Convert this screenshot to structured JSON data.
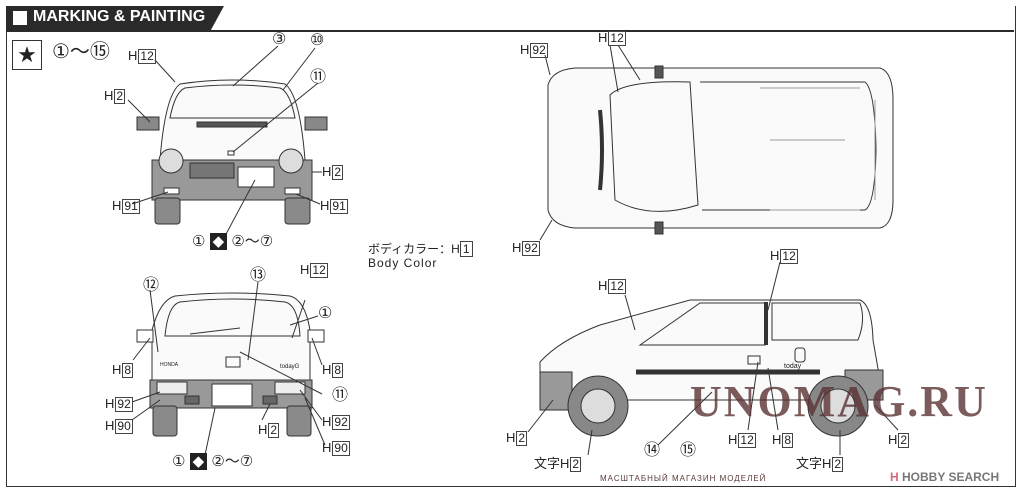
{
  "header": {
    "title": "MARKING & PAINTING"
  },
  "legend": {
    "icon": "star-icon",
    "star": "★",
    "range": "①～⑮"
  },
  "body_color": {
    "jp": "ボディカラー：H",
    "code": "1",
    "en": "Body Color"
  },
  "front": {
    "h12": {
      "p": "H",
      "n": "12"
    },
    "h2_mirror": {
      "p": "H",
      "n": "2"
    },
    "h2_side": {
      "p": "H",
      "n": "2"
    },
    "h91_l": {
      "p": "H",
      "n": "91"
    },
    "h91_r": {
      "p": "H",
      "n": "91"
    },
    "c3": "③",
    "c10": "⑩",
    "c11": "⑪",
    "decal_a": "①",
    "decal_b": "②～⑦"
  },
  "rear": {
    "c12": "⑫",
    "c13": "⑬",
    "c1": "①",
    "c11": "⑪",
    "h12": {
      "p": "H",
      "n": "12"
    },
    "h8_l": {
      "p": "H",
      "n": "8"
    },
    "h8_r": {
      "p": "H",
      "n": "8"
    },
    "h92_l": {
      "p": "H",
      "n": "92"
    },
    "h92_r": {
      "p": "H",
      "n": "92"
    },
    "h90_l": {
      "p": "H",
      "n": "90"
    },
    "h90_r": {
      "p": "H",
      "n": "90"
    },
    "h2": {
      "p": "H",
      "n": "2"
    },
    "badge": "HONDA",
    "model": "todayG",
    "decal_a": "①",
    "decal_b": "②～⑦"
  },
  "top": {
    "h92_a": {
      "p": "H",
      "n": "92"
    },
    "h12": {
      "p": "H",
      "n": "12"
    },
    "h92_b": {
      "p": "H",
      "n": "92"
    }
  },
  "side": {
    "h12_a": {
      "p": "H",
      "n": "12"
    },
    "h12_b": {
      "p": "H",
      "n": "12"
    },
    "h12_c": {
      "p": "H",
      "n": "12"
    },
    "h8": {
      "p": "H",
      "n": "8"
    },
    "h2_a": {
      "p": "H",
      "n": "2"
    },
    "h2_b": {
      "p": "H",
      "n": "2"
    },
    "moji_a": {
      "p": "文字H",
      "n": "2"
    },
    "moji_b": {
      "p": "文字H",
      "n": "2"
    },
    "c14": "⑭",
    "c15": "⑮",
    "model": "today"
  },
  "watermark": {
    "main": "UNOMAG.RU",
    "sub": "МАСШТАБНЫЙ МАГАЗИН МОДЕЛЕЙ",
    "brand_a": "H",
    "brand_b": "HOBBY SEARCH"
  }
}
